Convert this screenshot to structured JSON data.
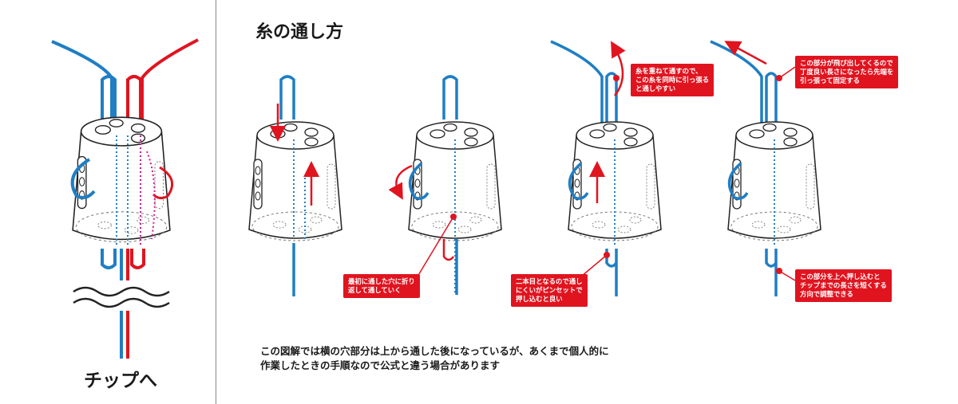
{
  "title": "糸の通し方",
  "left_panel_label": "チップへ",
  "note_lines": [
    "この図解では横の穴部分は上から通した後になっているが、あくまで個人的に",
    "作業したときの手順なので公式と違う場合があります"
  ],
  "callouts": [
    {
      "id": "callout-1",
      "lines": [
        "最初に通した穴に折り",
        "返して通していく"
      ]
    },
    {
      "id": "callout-2",
      "lines": [
        "二本目となるので通し",
        "にくいがピンセットで",
        "押し込むと良い"
      ]
    },
    {
      "id": "callout-3",
      "lines": [
        "糸を重ねて通すので、",
        "この糸を同時に引っ張る",
        "と通しやすい"
      ]
    },
    {
      "id": "callout-4",
      "lines": [
        "この部分が飛び出してくるので",
        "丁度良い長さになったら先端を",
        "引っ張って固定する"
      ]
    },
    {
      "id": "callout-5",
      "lines": [
        "この部分を上へ押し込むと",
        "チップまでの長さを短くする",
        "方向で調整できる"
      ]
    }
  ],
  "colors": {
    "blue": "#1f7ec4",
    "red": "#e0141f",
    "magenta": "#d6188f",
    "outline": "#222222",
    "divider": "#888888"
  }
}
